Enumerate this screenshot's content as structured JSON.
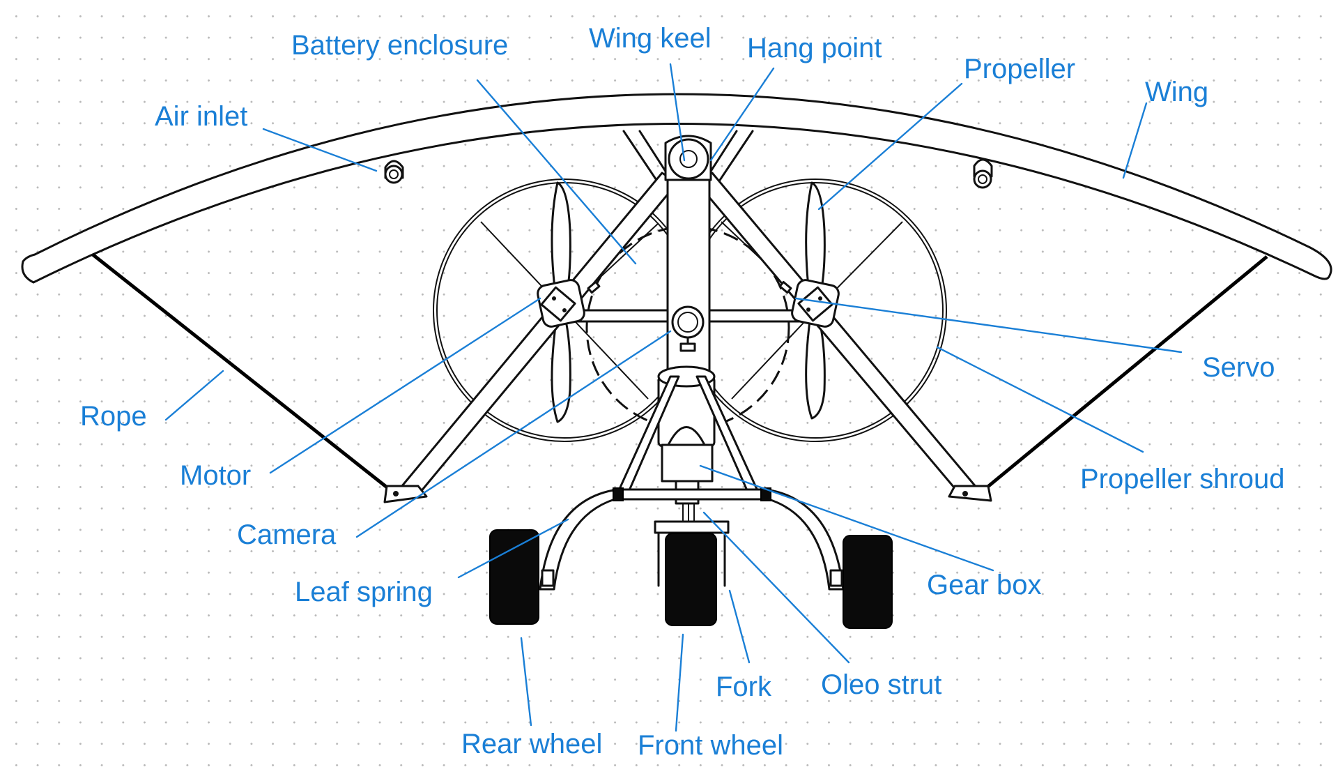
{
  "colors": {
    "label": "#1a7fd6",
    "ink": "#111111",
    "grid_dot": "#b9b9b9"
  },
  "labels": {
    "battery_enclosure": "Battery enclosure",
    "wing_keel": "Wing keel",
    "hang_point": "Hang point",
    "propeller": "Propeller",
    "wing": "Wing",
    "air_inlet": "Air inlet",
    "servo": "Servo",
    "rope": "Rope",
    "propeller_shroud": "Propeller shroud",
    "motor": "Motor",
    "camera": "Camera",
    "leaf_spring": "Leaf spring",
    "gear_box": "Gear box",
    "fork": "Fork",
    "oleo_strut": "Oleo strut",
    "rear_wheel": "Rear wheel",
    "front_wheel": "Front wheel"
  }
}
